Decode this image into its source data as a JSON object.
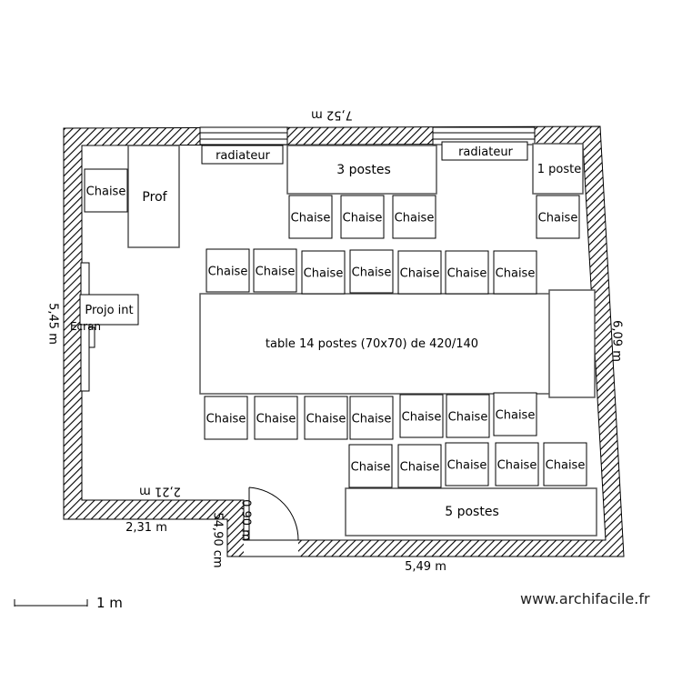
{
  "diagram": {
    "dimensions": {
      "top": "7,52 m",
      "left": "5,45 m",
      "right": "6,09 m",
      "inner_bottom_left": "2,21 m",
      "outer_bottom_left": "2,31 m",
      "door_width": "0,90 m",
      "door_cm": "54,90 cm",
      "bottom": "5,49 m"
    },
    "labels": {
      "radiator": "radiateur",
      "three_posts": "3 postes",
      "one_post": "1 poste",
      "prof": "Prof",
      "projector": "Projo int",
      "screen": "Ecran",
      "table": "table 14 postes (70x70) de 420/140",
      "five_posts": "5 postes",
      "chair": "Chaise"
    },
    "scale": "1 m",
    "site": "www.archifacile.fr"
  }
}
